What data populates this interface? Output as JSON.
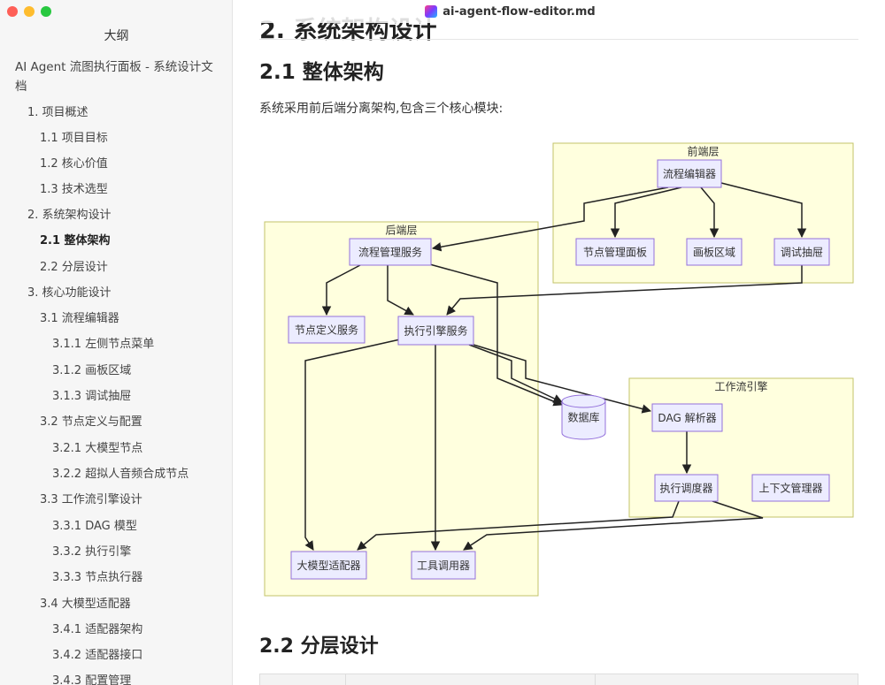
{
  "window": {
    "title": "ai-agent-flow-editor.md",
    "traffic_lights": {
      "close": "#fe5f57",
      "minimize": "#febc2e",
      "zoom": "#28c840"
    }
  },
  "sidebar": {
    "title": "大纲",
    "items": [
      {
        "label": "AI Agent 流图执行面板 - 系统设计文档",
        "level": 0
      },
      {
        "label": "1. 项目概述",
        "level": 1
      },
      {
        "label": "1.1 项目目标",
        "level": 2
      },
      {
        "label": "1.2 核心价值",
        "level": 2
      },
      {
        "label": "1.3 技术选型",
        "level": 2
      },
      {
        "label": "2. 系统架构设计",
        "level": 1
      },
      {
        "label": "2.1 整体架构",
        "level": 2,
        "active": true
      },
      {
        "label": "2.2 分层设计",
        "level": 2
      },
      {
        "label": "3. 核心功能设计",
        "level": 1
      },
      {
        "label": "3.1 流程编辑器",
        "level": 2
      },
      {
        "label": "3.1.1 左侧节点菜单",
        "level": 3
      },
      {
        "label": "3.1.2 画板区域",
        "level": 3
      },
      {
        "label": "3.1.3 调试抽屉",
        "level": 3
      },
      {
        "label": "3.2 节点定义与配置",
        "level": 2
      },
      {
        "label": "3.2.1 大模型节点",
        "level": 3
      },
      {
        "label": "3.2.2 超拟人音频合成节点",
        "level": 3
      },
      {
        "label": "3.3 工作流引擎设计",
        "level": 2
      },
      {
        "label": "3.3.1 DAG 模型",
        "level": 3
      },
      {
        "label": "3.3.2 执行引擎",
        "level": 3
      },
      {
        "label": "3.3.3 节点执行器",
        "level": 3
      },
      {
        "label": "3.4 大模型适配器",
        "level": 2
      },
      {
        "label": "3.4.1 适配器架构",
        "level": 3
      },
      {
        "label": "3.4.2 适配器接口",
        "level": 3
      },
      {
        "label": "3.4.3 配置管理",
        "level": 3
      }
    ]
  },
  "document": {
    "h1": "2. 系统架构设计",
    "h2_1": "2.1 整体架构",
    "intro": "系统采用前后端分离架构,包含三个核心模块:",
    "h2_2": "2.2 分层设计"
  },
  "diagram": {
    "colors": {
      "cluster_fill": "#ffffde",
      "cluster_stroke": "#c3c36a",
      "node_fill": "#ececff",
      "node_stroke": "#9370db",
      "edge": "#222222"
    },
    "clusters": {
      "frontend": "前端层",
      "backend": "后端层",
      "workflow": "工作流引擎"
    },
    "nodes": {
      "flow_editor": "流程编辑器",
      "node_panel": "节点管理面板",
      "canvas": "画板区域",
      "debug_drawer": "调试抽屉",
      "flow_service": "流程管理服务",
      "node_def_service": "节点定义服务",
      "exec_service": "执行引擎服务",
      "llm_adapter": "大模型适配器",
      "tool_invoker": "工具调用器",
      "database": "数据库",
      "dag_parser": "DAG 解析器",
      "scheduler": "执行调度器",
      "context_manager": "上下文管理器"
    }
  }
}
